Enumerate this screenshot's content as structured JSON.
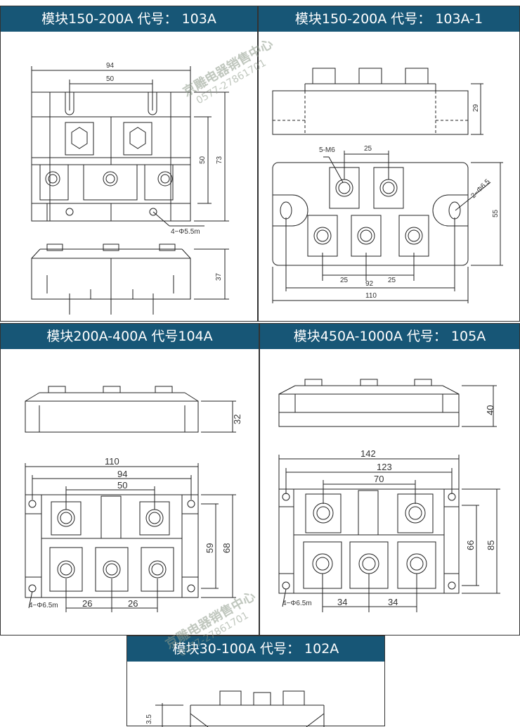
{
  "panels": {
    "p103": {
      "title": "模块150-200A  代号：  103A",
      "dims": {
        "w94": "94",
        "w50": "50",
        "h50": "50",
        "h73": "73",
        "hole": "4−Φ5.5m",
        "h37": "37"
      }
    },
    "p103_1": {
      "title": "模块150-200A  代号：  103A-1",
      "dims": {
        "h29": "29",
        "m6": "5-M6",
        "w25top": "25",
        "hole": "2−Φ6.5",
        "h55": "55",
        "w25a": "25",
        "w25b": "25",
        "w92": "92",
        "w110": "110"
      }
    },
    "p104": {
      "title": "模块200A-400A  代号104A",
      "dims": {
        "h32": "32",
        "w110": "110",
        "w94": "94",
        "w50": "50",
        "h59": "59",
        "h68": "68",
        "hole": "4−Φ6.5m",
        "w26a": "26",
        "w26b": "26"
      }
    },
    "p105": {
      "title": "模块450A-1000A  代号：  105A",
      "dims": {
        "h40": "40",
        "w142": "142",
        "w123": "123",
        "w70": "70",
        "h66": "66",
        "h85": "85",
        "hole": "4−Φ6.5m",
        "w34a": "34",
        "w34b": "34"
      }
    },
    "p102": {
      "title": "模块30-100A  代号：  102A",
      "dims": {
        "h3_5": "3.5"
      }
    }
  },
  "watermark": {
    "name": "京雕电器销售中心",
    "phone": "0577-27861701"
  }
}
